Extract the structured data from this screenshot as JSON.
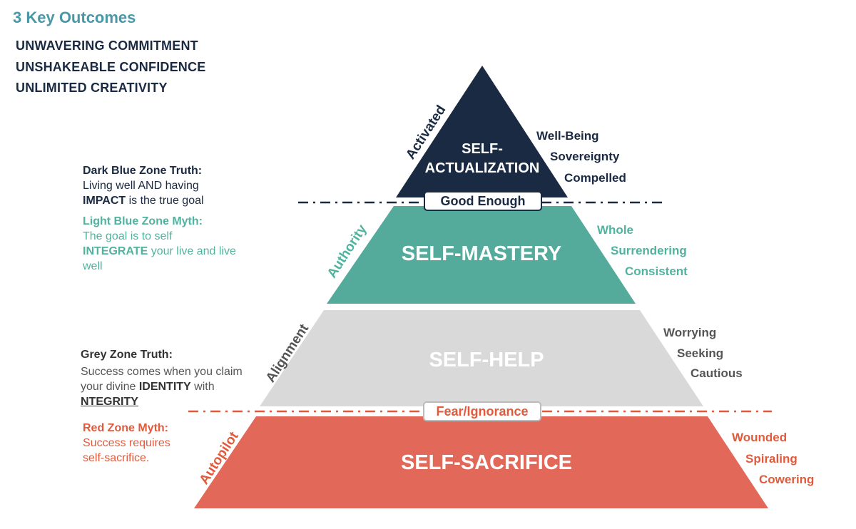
{
  "title": "3 Key Outcomes",
  "outcomes": [
    "UNWAVERING COMMITMENT",
    "UNSHAKEABLE CONFIDENCE",
    "UNLIMITED CREATIVITY"
  ],
  "notes": {
    "dark_blue_truth": {
      "heading": "Dark Blue Zone Truth:",
      "line1": "Living well AND having",
      "bold": "IMPACT",
      "rest": " is the true goal"
    },
    "light_blue_myth": {
      "heading": "Light Blue  Zone Myth:",
      "line1": "The goal is to self",
      "bold": "INTEGRATE",
      "rest": " your live and live well"
    },
    "grey_truth": {
      "heading": "Grey Zone Truth:",
      "line1": "Success comes when you claim your divine ",
      "bold1": "IDENTITY",
      "mid": " with ",
      "bold2": "NTEGRITY"
    },
    "red_myth": {
      "heading": "Red Zone Myth:",
      "text": "Success requires self-sacrifice."
    }
  },
  "layers": {
    "top": {
      "label_line1": "SELF-",
      "label_line2": "ACTUALIZATION",
      "side": "Activated",
      "traits": [
        "Well-Being",
        "Sovereignty",
        "Compelled"
      ],
      "color": "#1b2a43"
    },
    "mastery": {
      "label": "SELF-MASTERY",
      "side": "Authority",
      "traits": [
        "Whole",
        "Surrendering",
        "Consistent"
      ],
      "color": "#54ab9c"
    },
    "help": {
      "label": "SELF-HELP",
      "side": "Alignment",
      "traits": [
        "Worrying",
        "Seeking",
        "Cautious"
      ],
      "color": "#d9d9d9"
    },
    "sacrifice": {
      "label": "SELF-SACRIFICE",
      "side": "Autopilot",
      "traits": [
        "Wounded",
        "Spiraling",
        "Cowering"
      ],
      "color": "#e2695a"
    }
  },
  "dividers": {
    "good_enough": "Good Enough",
    "fear": "Fear/Ignorance"
  }
}
